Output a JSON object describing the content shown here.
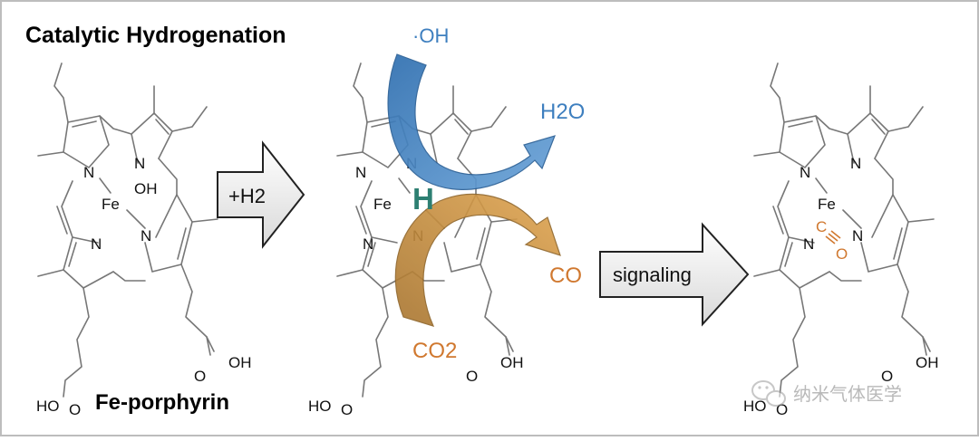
{
  "title": "Catalytic Hydrogenation",
  "molecule_label": "Fe-porphyrin",
  "arrow1_label": "+H2",
  "arrow2_label": "signaling",
  "hydroxyl_label": "·OH",
  "water_label": "H2O",
  "co_label": "CO",
  "co2_label": "CO2",
  "hydrogen_label": "H",
  "watermark": "纳米气体医学",
  "atoms": {
    "n": "N",
    "fe": "Fe",
    "oh": "OH",
    "o": "O",
    "ho": "HO",
    "c": "C"
  },
  "colors": {
    "blue": "#3e7fbf",
    "orange": "#cf8f3f",
    "teal": "#2d7f72",
    "co_orange": "#d0782f"
  }
}
